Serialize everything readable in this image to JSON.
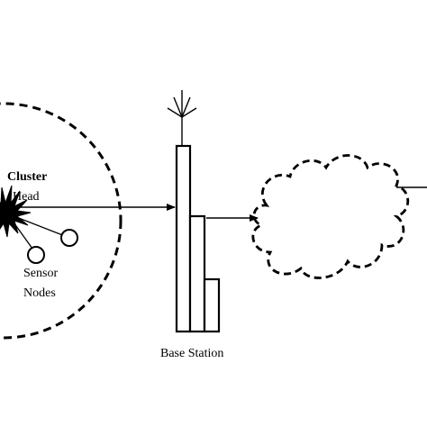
{
  "labels": {
    "cluster_head_line1": "Cluster",
    "cluster_head_line2": "Head",
    "sensor_nodes_line1": "Sensor",
    "sensor_nodes_line2": "Nodes",
    "base_station": "Base Station"
  },
  "colors": {
    "stroke": "#000000",
    "background": "#ffffff"
  }
}
